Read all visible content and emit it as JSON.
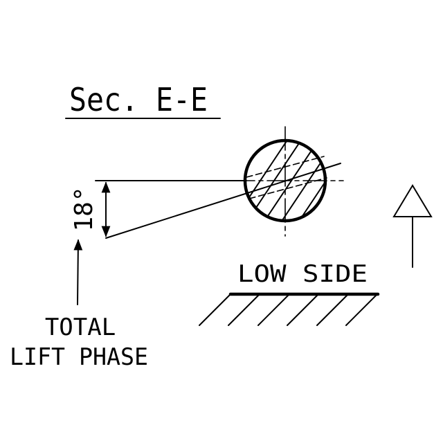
{
  "title": "Sec. E-E",
  "angle_label": "18°",
  "low_side_label": "LOW SIDE",
  "phase_label_line1": "TOTAL",
  "phase_label_line2": "LIFT PHASE",
  "colors": {
    "ink": "#000000",
    "background": "#ffffff"
  }
}
